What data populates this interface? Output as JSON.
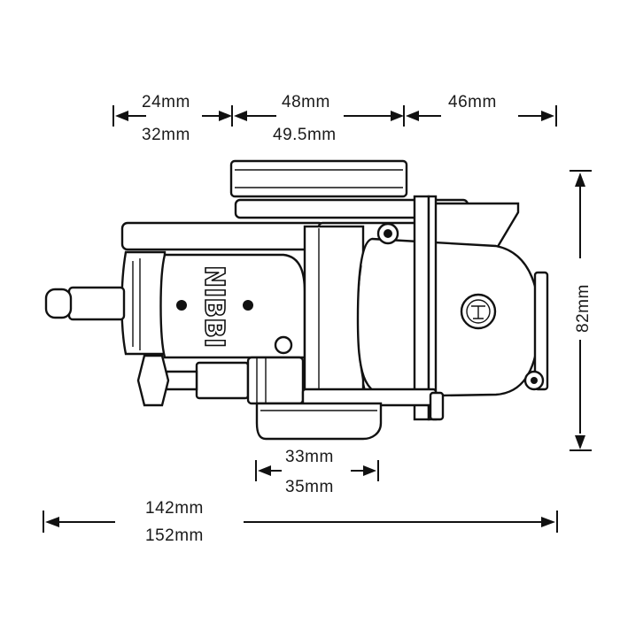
{
  "dimensions": {
    "top_left_a": "24mm",
    "top_left_b": "32mm",
    "top_mid_a": "48mm",
    "top_mid_b": "49.5mm",
    "top_right": "46mm",
    "height": "82mm",
    "bore_a": "33mm",
    "bore_b": "35mm",
    "overall_a": "142mm",
    "overall_b": "152mm"
  },
  "brand": {
    "text": "NIBBI"
  },
  "colors": {
    "line": "#111111",
    "text": "#1a1a1a",
    "background": "#ffffff"
  }
}
